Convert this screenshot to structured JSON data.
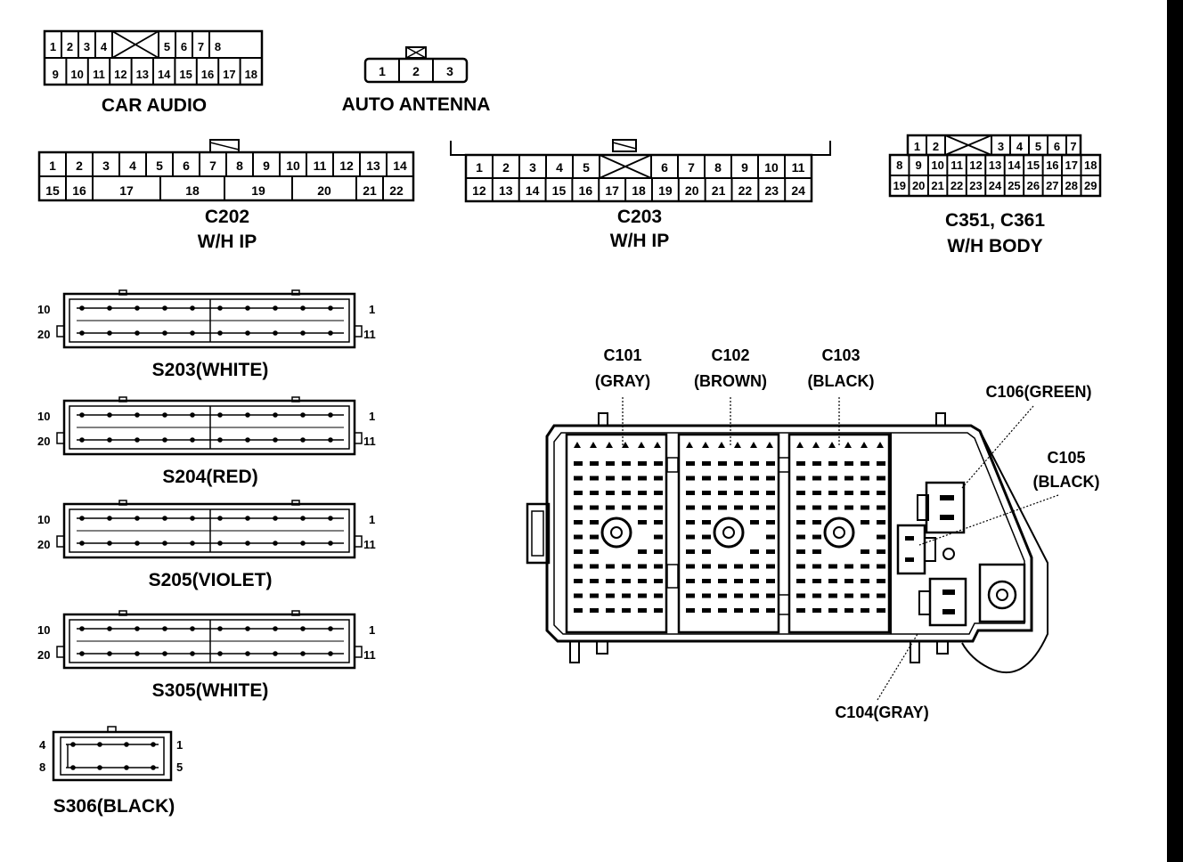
{
  "colors": {
    "ink": "#000000",
    "paper": "#ffffff"
  },
  "car_audio": {
    "title": "CAR AUDIO",
    "row1": [
      "1",
      "2",
      "3",
      "4",
      "",
      "5",
      "6",
      "7",
      "8"
    ],
    "row2": [
      "9",
      "10",
      "11",
      "12",
      "13",
      "14",
      "15",
      "16",
      "17",
      "18"
    ]
  },
  "auto_antenna": {
    "title": "AUTO ANTENNA",
    "pins": [
      "1",
      "2",
      "3"
    ]
  },
  "c202": {
    "title": "C202",
    "subtitle": "W/H IP",
    "row1": [
      "1",
      "2",
      "3",
      "4",
      "5",
      "6",
      "7",
      "8",
      "9",
      "10",
      "11",
      "12",
      "13",
      "14"
    ],
    "row2": [
      "15",
      "16",
      "17",
      "18",
      "19",
      "20",
      "21",
      "22"
    ]
  },
  "c203": {
    "title": "C203",
    "subtitle": "W/H IP",
    "row1": [
      "1",
      "2",
      "3",
      "4",
      "5",
      "",
      "6",
      "7",
      "8",
      "9",
      "10",
      "11"
    ],
    "row2": [
      "12",
      "13",
      "14",
      "15",
      "16",
      "17",
      "18",
      "19",
      "20",
      "21",
      "22",
      "23",
      "24"
    ]
  },
  "c351": {
    "title": "C351, C361",
    "subtitle": "W/H BODY",
    "row1": [
      "1",
      "2",
      "",
      "3",
      "4",
      "5",
      "6",
      "7"
    ],
    "row2": [
      "8",
      "9",
      "10",
      "11",
      "12",
      "13",
      "14",
      "15",
      "16",
      "17",
      "18"
    ],
    "row3": [
      "19",
      "20",
      "21",
      "22",
      "23",
      "24",
      "25",
      "26",
      "27",
      "28",
      "29"
    ]
  },
  "splices": [
    {
      "title": "S203(WHITE)",
      "top_left": "10",
      "top_right": "1",
      "bottom_left": "20",
      "bottom_right": "11"
    },
    {
      "title": "S204(RED)",
      "top_left": "10",
      "top_right": "1",
      "bottom_left": "20",
      "bottom_right": "11"
    },
    {
      "title": "S205(VIOLET)",
      "top_left": "10",
      "top_right": "1",
      "bottom_left": "20",
      "bottom_right": "11"
    },
    {
      "title": "S305(WHITE)",
      "top_left": "10",
      "top_right": "1",
      "bottom_left": "20",
      "bottom_right": "11"
    }
  ],
  "s306": {
    "title": "S306(BLACK)",
    "top_left": "4",
    "top_right": "1",
    "bottom_left": "8",
    "bottom_right": "5"
  },
  "junction_block": {
    "c101": {
      "name": "C101",
      "color": "(GRAY)"
    },
    "c102": {
      "name": "C102",
      "color": "(BROWN)"
    },
    "c103": {
      "name": "C103",
      "color": "(BLACK)"
    },
    "c104": "C104(GRAY)",
    "c105": {
      "name": "C105",
      "color": "(BLACK)"
    },
    "c106": "C106(GREEN)"
  }
}
